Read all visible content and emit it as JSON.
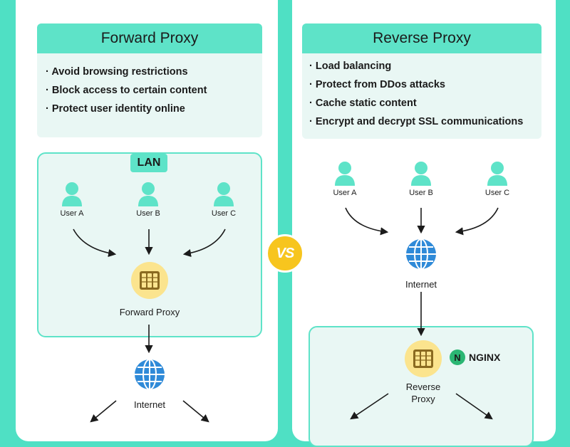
{
  "vs_label": "VS",
  "forward": {
    "title": "Forward Proxy",
    "bullets": [
      "Avoid browsing restrictions",
      "Block access to certain content",
      "Protect user identity online"
    ],
    "lan_label": "LAN",
    "users": [
      "User A",
      "User B",
      "User C"
    ],
    "proxy_label": "Forward Proxy",
    "internet_label": "Internet"
  },
  "reverse": {
    "title": "Reverse Proxy",
    "bullets": [
      "Load balancing",
      "Protect from DDos attacks",
      "Cache static content",
      "Encrypt and decrypt SSL communications"
    ],
    "users": [
      "User A",
      "User B",
      "User C"
    ],
    "internet_label": "Internet",
    "proxy_label_line1": "Reverse",
    "proxy_label_line2": "Proxy",
    "nginx_letter": "N",
    "nginx_label": "NGINX"
  },
  "colors": {
    "accent": "#5ee3c8",
    "background": "#4fe0c4",
    "box_fill": "#e9f7f4",
    "user_icon": "#5ee3c8",
    "proxy_circle": "#fbe48e",
    "vs_badge": "#f7c51e",
    "globe": "#2f8ad8",
    "nginx_green": "#2bb673"
  }
}
